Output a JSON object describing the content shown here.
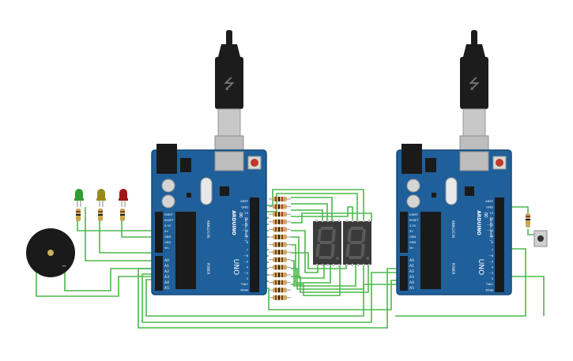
{
  "boards": [
    {
      "brand": "ARDUINO",
      "model": "UNO",
      "power_label": "POWER",
      "analog_label": "ANALOG IN",
      "digital_label": "DIGITAL (PWM~)",
      "power_pins": [
        "IOREF",
        "RESET",
        "3.3V",
        "5V",
        "GND",
        "GND",
        "Vin"
      ],
      "analog_pins": [
        "A0",
        "A1",
        "A2",
        "A3",
        "A4",
        "A5"
      ],
      "digital_pins_top": [
        "AREF",
        "GND",
        "13",
        "12",
        "~11",
        "~10",
        "~9",
        "8"
      ],
      "digital_pins_bottom": [
        "7",
        "~6",
        "~5",
        "4",
        "~3",
        "2",
        "TX▸1",
        "RX◂0"
      ]
    },
    {
      "brand": "ARDUINO",
      "model": "UNO",
      "power_label": "POWER",
      "analog_label": "ANALOG IN",
      "digital_label": "DIGITAL (PWM~)",
      "power_pins": [
        "IOREF",
        "RESET",
        "3.3V",
        "5V",
        "GND",
        "GND",
        "Vin"
      ],
      "analog_pins": [
        "A0",
        "A1",
        "A2",
        "A3",
        "A4",
        "A5"
      ],
      "digital_pins_top": [
        "AREF",
        "GND",
        "13",
        "12",
        "~11",
        "~10",
        "~9",
        "8"
      ],
      "digital_pins_bottom": [
        "7",
        "~6",
        "~5",
        "4",
        "~3",
        "2",
        "TX▸1",
        "RX◂0"
      ]
    }
  ],
  "leds": [
    {
      "color_name": "green",
      "color": "#2e9e2e"
    },
    {
      "color_name": "yellow",
      "color": "#9a8a1a"
    },
    {
      "color_name": "red",
      "color": "#a01818"
    }
  ],
  "buzzer": {
    "plus": "+",
    "minus": "−"
  },
  "display_count": 2,
  "colors": {
    "board": "#1f5f9a",
    "board_dark": "#164a7a",
    "wire": "#4bb84b",
    "segment_body": "#3a3a3a",
    "segment_off": "#5a5a5a",
    "usb_plug": "#1c1c1c",
    "usb_metal": "#c8c8c8"
  }
}
